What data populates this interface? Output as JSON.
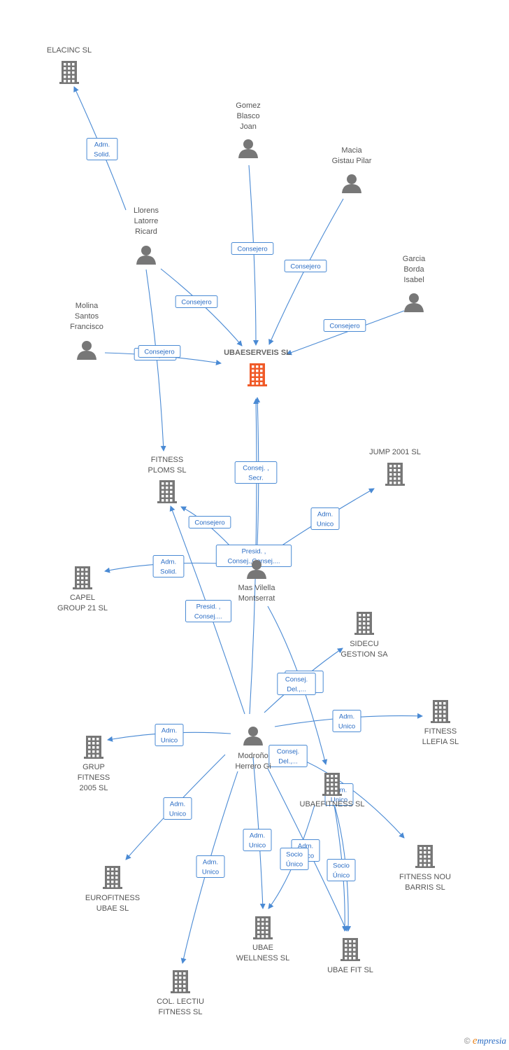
{
  "colors": {
    "edge": "#4a8ad4",
    "company": "#777777",
    "focus": "#f05a28",
    "person": "#777777"
  },
  "nodes": [
    {
      "id": "ubaeserveis",
      "type": "company",
      "focus": true,
      "label": [
        "UBAESERVEIS SL"
      ]
    },
    {
      "id": "elacinc",
      "type": "company",
      "label": [
        "ELACINC SL"
      ]
    },
    {
      "id": "gomez",
      "type": "person",
      "label": [
        "Gomez",
        "Blasco",
        "Joan"
      ]
    },
    {
      "id": "macia",
      "type": "person",
      "label": [
        "Macia",
        "Gistau Pilar"
      ]
    },
    {
      "id": "llorens",
      "type": "person",
      "label": [
        "Llorens",
        "Latorre",
        "Ricard"
      ]
    },
    {
      "id": "garcia",
      "type": "person",
      "label": [
        "Garcia",
        "Borda",
        "Isabel"
      ]
    },
    {
      "id": "molina",
      "type": "person",
      "label": [
        "Molina",
        "Santos",
        "Francisco"
      ]
    },
    {
      "id": "fitnessploms",
      "type": "company",
      "label": [
        "FITNESS",
        "PLOMS SL"
      ]
    },
    {
      "id": "jump2001",
      "type": "company",
      "label": [
        "JUMP 2001 SL"
      ]
    },
    {
      "id": "capel",
      "type": "company",
      "label": [
        "CAPEL",
        "GROUP 21 SL"
      ]
    },
    {
      "id": "mas",
      "type": "person",
      "label": [
        "Mas Vilella",
        "Montserrat"
      ]
    },
    {
      "id": "sidecu",
      "type": "company",
      "label": [
        "SIDECU",
        "GESTION SA"
      ]
    },
    {
      "id": "fitnessllefia",
      "type": "company",
      "label": [
        "FITNESS",
        "LLEFIA SL"
      ]
    },
    {
      "id": "grupfitness",
      "type": "company",
      "label": [
        "GRUP",
        "FITNESS",
        "2005 SL"
      ]
    },
    {
      "id": "modrono",
      "type": "person",
      "label": [
        "Modroño",
        "Herrero Gi"
      ]
    },
    {
      "id": "ubaefit",
      "type": "company",
      "label": [
        "UBAEFITNESS SL"
      ]
    },
    {
      "id": "fitnessnou",
      "type": "company",
      "label": [
        "FITNESS NOU",
        "BARRIS SL"
      ]
    },
    {
      "id": "eurofitness",
      "type": "company",
      "label": [
        "EUROFITNESS",
        "UBAE SL"
      ]
    },
    {
      "id": "ubaewellness",
      "type": "company",
      "label": [
        "UBAE",
        "WELLNESS SL"
      ]
    },
    {
      "id": "ubaefitsl",
      "type": "company",
      "label": [
        "UBAE FIT SL"
      ]
    },
    {
      "id": "colectiu",
      "type": "company",
      "label": [
        "COL. LECTIU",
        "FITNESS SL"
      ]
    }
  ],
  "edges": [
    {
      "from": "llorens",
      "to": "elacinc",
      "label": [
        "Adm.",
        "Solid."
      ]
    },
    {
      "from": "gomez",
      "to": "ubaeserveis",
      "label": [
        "Consejero"
      ]
    },
    {
      "from": "macia",
      "to": "ubaeserveis",
      "label": [
        "Consejero"
      ]
    },
    {
      "from": "llorens",
      "to": "ubaeserveis",
      "label": [
        "Consejero"
      ]
    },
    {
      "from": "garcia",
      "to": "ubaeserveis",
      "label": [
        "Consejero"
      ]
    },
    {
      "from": "molina",
      "to": "ubaeserveis",
      "label": [
        "Consejero"
      ]
    },
    {
      "from": "llorens",
      "to": "fitnessploms",
      "label": [
        "Consejero"
      ]
    },
    {
      "from": "mas",
      "to": "ubaeserveis",
      "label": [
        "Consej. ,",
        "Secr."
      ]
    },
    {
      "from": "mas",
      "to": "jump2001",
      "label": [
        "Adm.",
        "Unico"
      ]
    },
    {
      "from": "mas",
      "to": "fitnessploms",
      "label": [
        "Consejero"
      ]
    },
    {
      "from": "mas",
      "to": "capel",
      "label": [
        "Adm.",
        "Solid."
      ]
    },
    {
      "from": "modrono",
      "to": "ubaeserveis",
      "label": [
        "Presid. ,",
        "Consej.,Consej...."
      ]
    },
    {
      "from": "modrono",
      "to": "fitnessploms",
      "label": [
        "Presid. ,",
        "Consej...."
      ]
    },
    {
      "from": "modrono",
      "to": "sidecu",
      "label": [
        "Consej.",
        "Del.,..."
      ]
    },
    {
      "from": "mas",
      "to": "ubaefit",
      "label": [
        "Consej.",
        "Del.,..."
      ]
    },
    {
      "from": "modrono",
      "to": "fitnessllefia",
      "label": [
        "Adm.",
        "Unico"
      ]
    },
    {
      "from": "modrono",
      "to": "grupfitness",
      "label": [
        "Adm.",
        "Unico"
      ]
    },
    {
      "from": "modrono",
      "to": "fitnessnou",
      "label": [
        "Consej.",
        "Del.,..."
      ]
    },
    {
      "from": "modrono",
      "to": "eurofitness",
      "label": [
        "Adm.",
        "Unico"
      ]
    },
    {
      "from": "modrono",
      "to": "ubaewellness",
      "label": [
        "Adm.",
        "Unico"
      ]
    },
    {
      "from": "modrono",
      "to": "ubaefitsl",
      "label": [
        "Adm.",
        "Unico"
      ]
    },
    {
      "from": "modrono",
      "to": "colectiu",
      "label": [
        "Adm.",
        "Unico"
      ]
    },
    {
      "from": "ubaefit",
      "to": "ubaewellness",
      "label": [
        "Socio",
        "Único"
      ]
    },
    {
      "from": "ubaefit",
      "to": "ubaefitsl",
      "label": [
        "Socio",
        "Único"
      ]
    },
    {
      "from": "ubaefit",
      "to": "ubaefitsl",
      "label": [
        "Adm.",
        "Unico"
      ]
    }
  ],
  "footer": {
    "copyright": "©",
    "brand_e": "e",
    "brand_rest": "mpresia"
  }
}
